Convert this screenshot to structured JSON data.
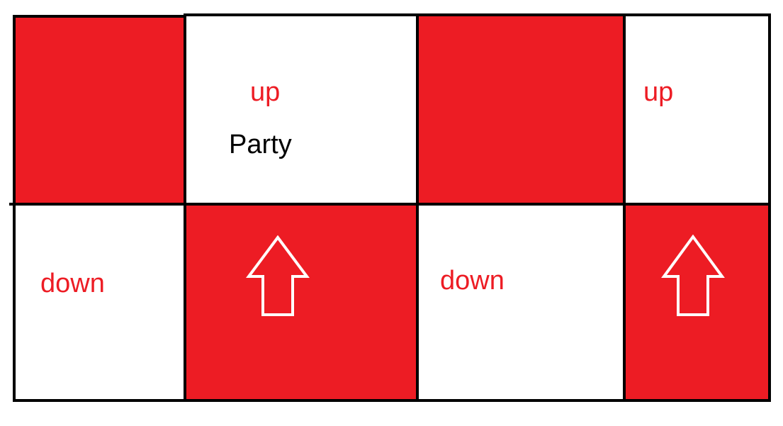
{
  "colors": {
    "red": "#ed1c24",
    "white": "#ffffff",
    "border": "#000000"
  },
  "cells": {
    "r1c1": {
      "fill": "red"
    },
    "r1c2": {
      "fill": "white",
      "label_top": "up",
      "label_bottom": "Party"
    },
    "r1c3": {
      "fill": "red"
    },
    "r1c4": {
      "fill": "white",
      "label_top": "up"
    },
    "r2c1": {
      "fill": "white",
      "label": "down"
    },
    "r2c2": {
      "fill": "red",
      "icon": "up-arrow-outline-icon"
    },
    "r2c3": {
      "fill": "white",
      "label": "down"
    },
    "r2c4": {
      "fill": "red",
      "icon": "up-arrow-outline-icon"
    }
  }
}
